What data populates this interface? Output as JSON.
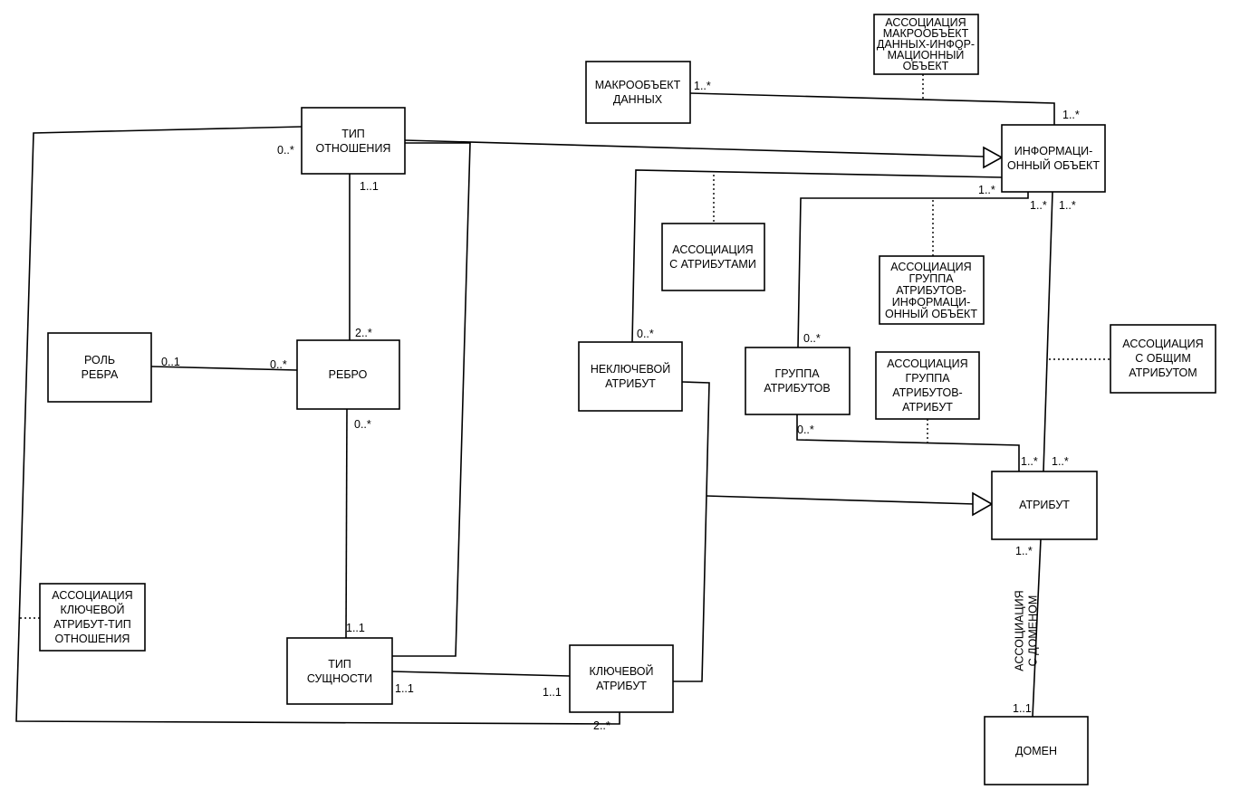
{
  "entities": {
    "rel_type": "ТИП\nОТНОШЕНИЯ",
    "macro_object": "МАКРООБЪЕКТ\nДАННЫХ",
    "info_object": "ИНФОРМАЦИ-\nОННЫЙ ОБЪЕКТ",
    "edge_role": "РОЛЬ\nРЕБРА",
    "edge": "РЕБРО",
    "nonkey_attr": "НЕКЛЮЧЕВОЙ\nАТРИБУТ",
    "attr_group": "ГРУППА\nАТРИБУТОВ",
    "attribute": "АТРИБУТ",
    "entity_type": "ТИП\nСУЩНОСТИ",
    "key_attr": "КЛЮЧЕВОЙ\nАТРИБУТ",
    "domain": "ДОМЕН"
  },
  "association_notes": {
    "macro_info": "АССОЦИАЦИЯ\nМАКРООБЪЕКТ\nДАННЫХ-ИНФОР-\nМАЦИОННЫЙ\nОБЪЕКТ",
    "with_attrs": "АССОЦИАЦИЯ\nС АТРИБУТАМИ",
    "group_info": "АССОЦИАЦИЯ\nГРУППА\nАТРИБУТОВ-\nИНФОРМАЦИ-\nОННЫЙ ОБЪЕКТ",
    "common_attr": "АССОЦИАЦИЯ\nС ОБЩИМ\nАТРИБУТОМ",
    "group_attr": "АССОЦИАЦИЯ\nГРУППА\nАТРИБУТОВ-\nАТРИБУТ",
    "key_rel": "АССОЦИАЦИЯ\nКЛЮЧЕВОЙ\nАТРИБУТ-ТИП\nОТНОШЕНИЯ",
    "domain": "АССОЦИАЦИЯ\nС ДОМЕНОМ"
  },
  "multiplicities": {
    "macro_side": "1..*",
    "info_macro_side": "1..*",
    "rel_left": "0..*",
    "rel_bottom": "1..1",
    "edge_top": "2..*",
    "role_right": "0..1",
    "edge_left": "0..*",
    "edge_bottom": "0..*",
    "entity_top": "1..1",
    "entity_right": "1..1",
    "key_left": "1..1",
    "key_bottom": "2..*",
    "info_nonkey": "1..*",
    "info_group": "1..*",
    "info_attr": "1..*",
    "nonkey_top": "0..*",
    "group_top": "0..*",
    "group_bottom": "0..*",
    "attr_group": "1..*",
    "attr_info": "1..*",
    "attr_bottom": "1..*",
    "domain_top": "1..1"
  }
}
